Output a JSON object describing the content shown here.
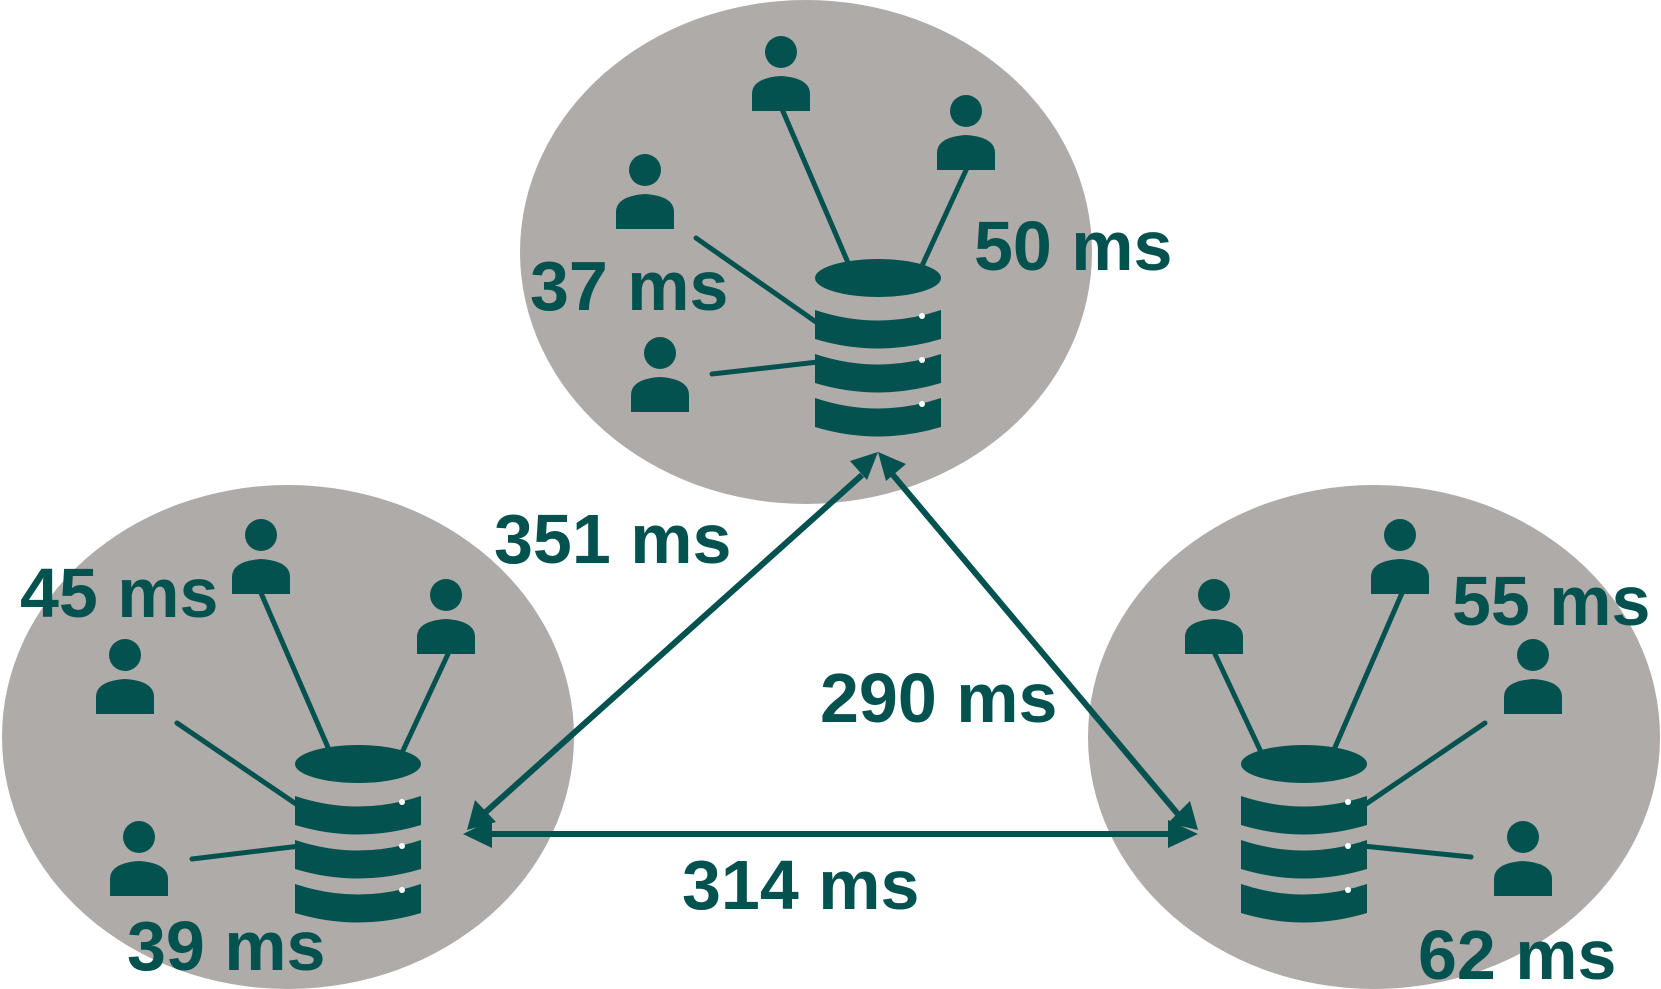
{
  "colors": {
    "region": "#afaba9",
    "accent": "#03524f",
    "background": "#ffffff"
  },
  "icons": {
    "user": "user-icon",
    "server": "database-icon",
    "link": "double-arrow"
  },
  "regions": [
    {
      "id": "top",
      "server_latency_labels": [
        "37 ms",
        "50 ms"
      ],
      "user_count": 4
    },
    {
      "id": "bottom-left",
      "server_latency_labels": [
        "45 ms",
        "39 ms"
      ],
      "user_count": 4
    },
    {
      "id": "bottom-right",
      "server_latency_labels": [
        "55 ms",
        "62 ms"
      ],
      "user_count": 4
    }
  ],
  "links": [
    {
      "from": "top",
      "to": "bottom-left",
      "label": "351 ms"
    },
    {
      "from": "top",
      "to": "bottom-right",
      "label": "290 ms"
    },
    {
      "from": "bottom-left",
      "to": "bottom-right",
      "label": "314 ms"
    }
  ]
}
